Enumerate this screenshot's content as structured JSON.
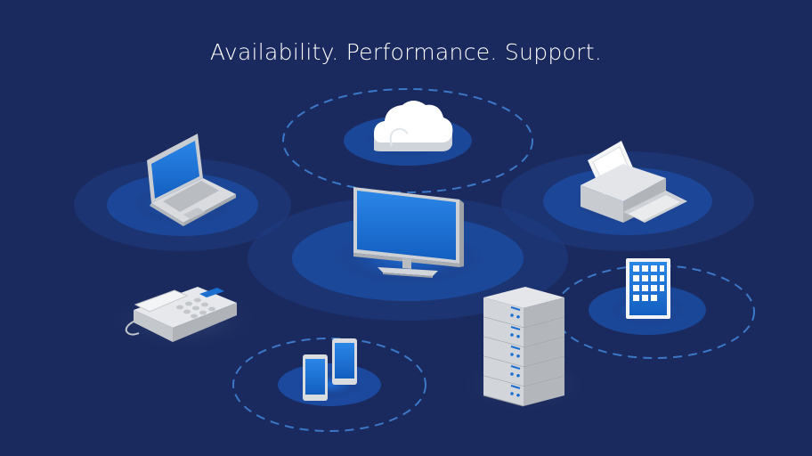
{
  "headline": "Availability. Performance. Support.",
  "colors": {
    "background": "#1b2a5e",
    "halo": "#1f6fd6",
    "screen": "#1a6fd1",
    "device_body": "#d7d9dc",
    "dashed_ring": "#3b78c8",
    "text": "#ffffff"
  },
  "devices": [
    {
      "name": "cloud-icon",
      "kind": "cloud"
    },
    {
      "name": "laptop-icon",
      "kind": "laptop"
    },
    {
      "name": "monitor-icon",
      "kind": "monitor"
    },
    {
      "name": "printer-icon",
      "kind": "printer"
    },
    {
      "name": "desk-phone-icon",
      "kind": "desk-phone"
    },
    {
      "name": "tablet-icon",
      "kind": "tablet"
    },
    {
      "name": "smartphones-icon",
      "kind": "smartphones"
    },
    {
      "name": "server-rack-icon",
      "kind": "server-rack"
    }
  ]
}
